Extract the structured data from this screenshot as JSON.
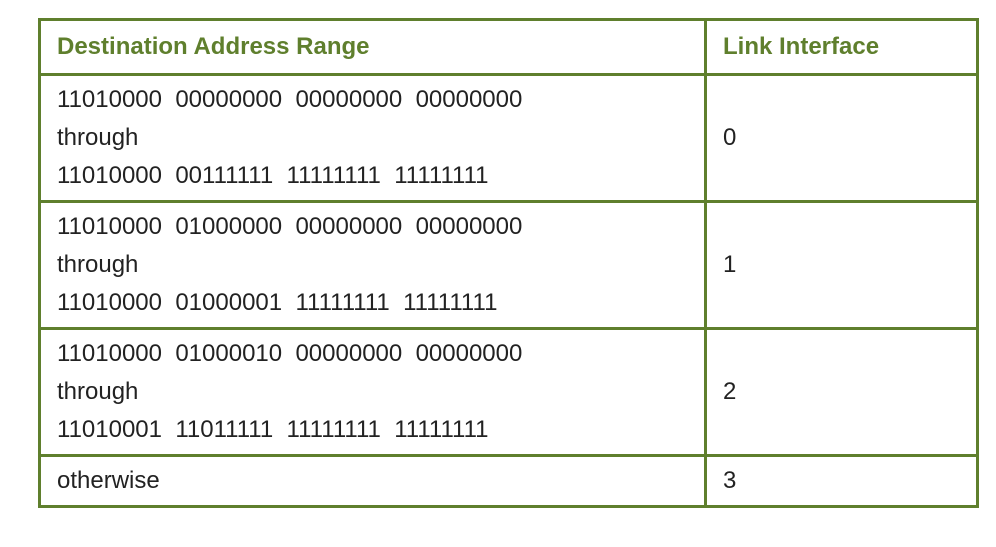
{
  "table": {
    "headers": {
      "destination": "Destination Address Range",
      "link": "Link Interface"
    },
    "rows": [
      {
        "start": "11010000  00000000  00000000  00000000",
        "through": "through",
        "end": "11010000  00111111  11111111  11111111",
        "interface": "0"
      },
      {
        "start": "11010000  01000000  00000000  00000000",
        "through": "through",
        "end": "11010000  01000001  11111111  11111111",
        "interface": "1"
      },
      {
        "start": "11010000  01000010  00000000  00000000",
        "through": "through",
        "end": "11010001  11011111  11111111  11111111",
        "interface": "2"
      }
    ],
    "otherwise": {
      "label": "otherwise",
      "interface": "3"
    }
  },
  "colors": {
    "border": "#5f7f2d",
    "header_text": "#5f7f2d",
    "body_text": "#222222"
  }
}
